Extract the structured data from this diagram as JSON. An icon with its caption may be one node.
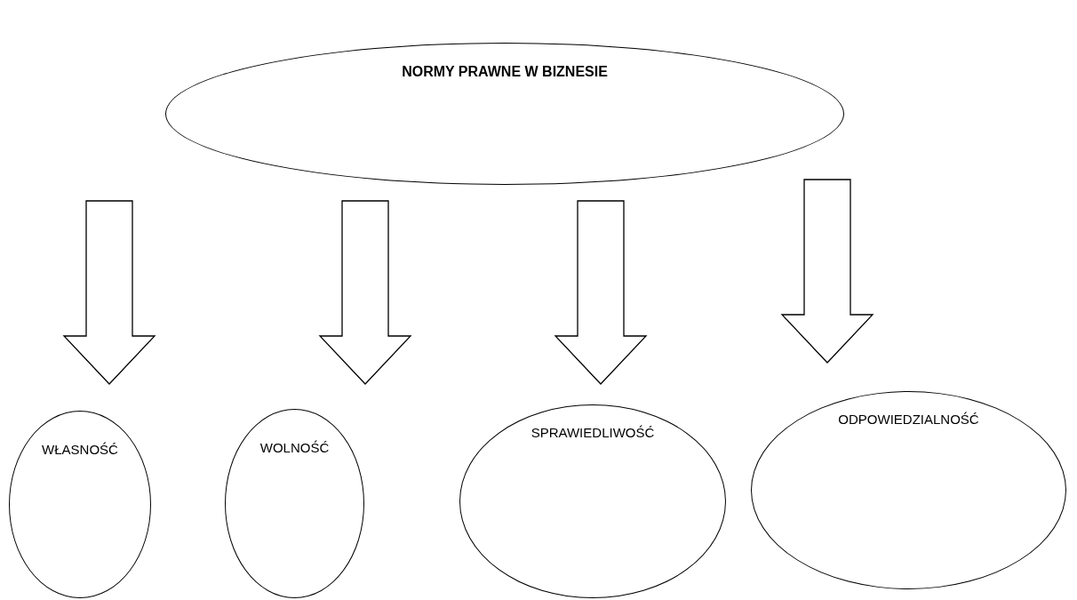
{
  "diagram": {
    "nodes": [
      {
        "text": [
          "NORMY PRAWNE W BIZNESIE"
        ]
      },
      {
        "text": [
          "WŁASNOŚĆ"
        ]
      },
      {
        "text": [
          "WOLNOŚĆ"
        ]
      },
      {
        "text": [
          "SPRAWIEDLIWOŚĆ"
        ]
      },
      {
        "text": [
          "ODPOWIEDZIALNOŚĆ"
        ]
      }
    ],
    "edges": [
      {
        "from": 0,
        "to": 1,
        "arrow": "to"
      },
      {
        "from": 0,
        "to": 2,
        "arrow": "to"
      },
      {
        "from": 0,
        "to": 3,
        "arrow": "to"
      },
      {
        "from": 0,
        "to": 4,
        "arrow": "to"
      }
    ]
  }
}
